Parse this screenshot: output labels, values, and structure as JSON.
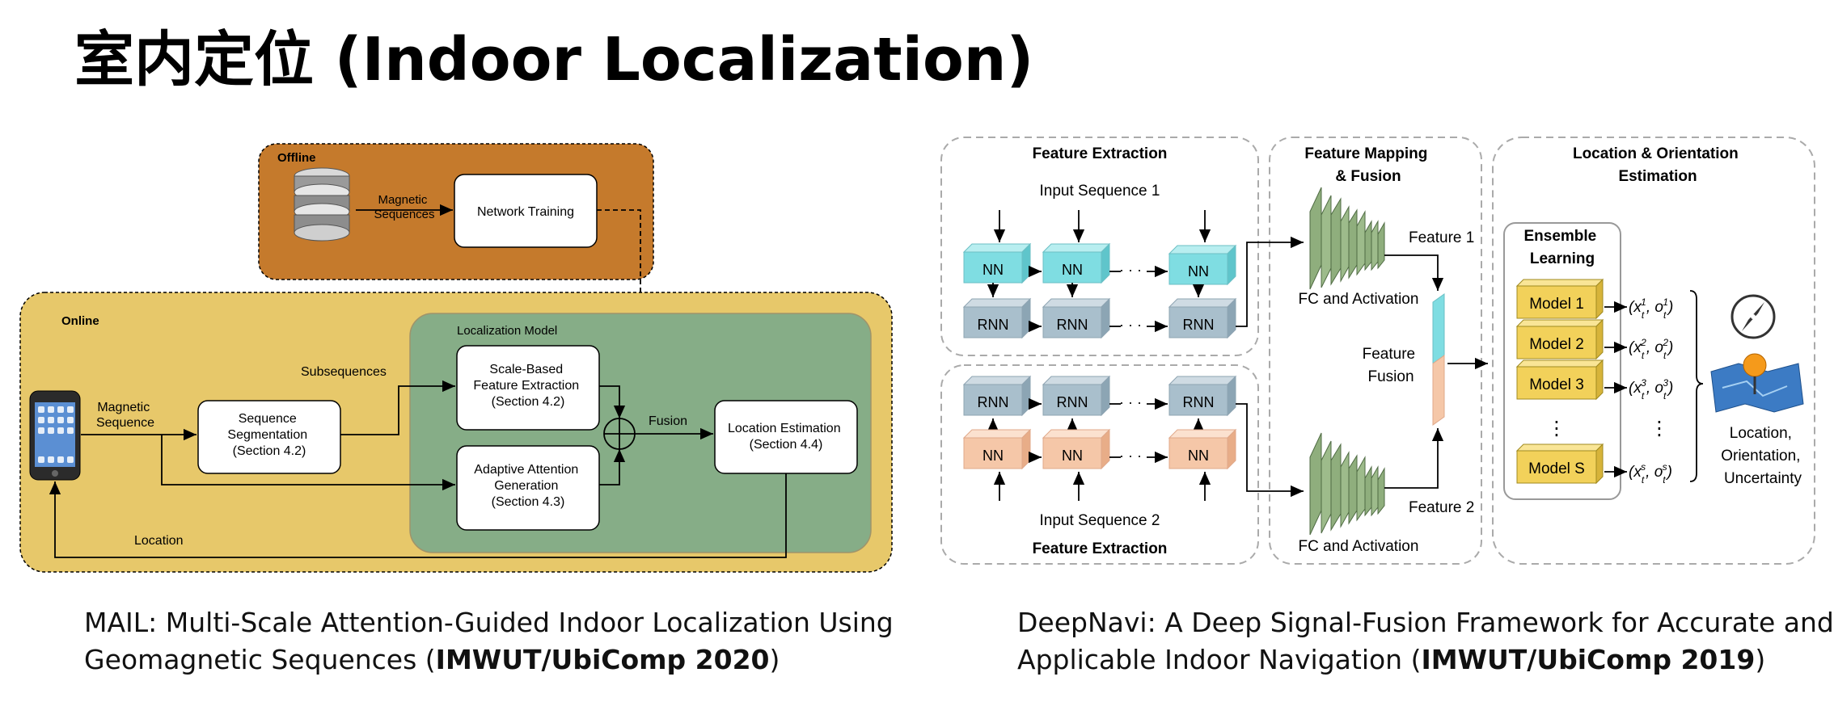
{
  "page": {
    "title": "室内定位 (Indoor Localization)"
  },
  "left_diagram": {
    "offline_label": "Offline",
    "online_label": "Online",
    "magnetic_sequences": [
      "Magnetic",
      "Sequences"
    ],
    "network_training": "Network Training",
    "localization_model": "Localization Model",
    "subsequences": "Subsequences",
    "magnetic_sequence": [
      "Magnetic",
      "Sequence"
    ],
    "sequence_segmentation": [
      "Sequence",
      "Segmentation",
      "(Section 4.2)"
    ],
    "scale_based": [
      "Scale-Based",
      "Feature Extraction",
      "(Section 4.2)"
    ],
    "adaptive_attention": [
      "Adaptive Attention",
      "Generation",
      "(Section 4.3)"
    ],
    "fusion": "Fusion",
    "location_estimation": [
      "Location Estimation",
      "(Section 4.4)"
    ],
    "location": "Location",
    "colors": {
      "offline": "#c57a2c",
      "online": "#e7c86a",
      "model": "#86ad87"
    }
  },
  "right_diagram": {
    "feature_extraction_top": "Feature Extraction",
    "input_sequence_1": "Input Sequence 1",
    "input_sequence_2": "Input Sequence 2",
    "feature_extraction_bottom": "Feature Extraction",
    "nn": "NN",
    "rnn": "RNN",
    "ellipsis": "· · ·",
    "feature_mapping": [
      "Feature Mapping",
      "& Fusion"
    ],
    "fc_activation_top": "FC and Activation",
    "fc_activation_bottom": "FC and Activation",
    "feature_1": "Feature 1",
    "feature_2": "Feature 2",
    "feature_fusion": [
      "Feature",
      "Fusion"
    ],
    "location_orientation": [
      "Location & Orientation",
      "Estimation"
    ],
    "ensemble_learning": [
      "Ensemble",
      "Learning"
    ],
    "models": [
      "Model 1",
      "Model 2",
      "Model 3",
      "Model S"
    ],
    "vdots": "⋮",
    "output_labels": [
      "(x_t^1, o_t^1)",
      "(x_t^2, o_t^2)",
      "(x_t^3, o_t^3)",
      "(x_t^s, o_t^s)"
    ],
    "output_terms": [
      {
        "sup": "1"
      },
      {
        "sup": "2"
      },
      {
        "sup": "3"
      },
      {
        "sup": "s"
      }
    ],
    "result": [
      "Location,",
      "Orientation,",
      "Uncertainty"
    ],
    "colors": {
      "nn_top": "#7fdde2",
      "rnn": "#a9bfcc",
      "nn_bottom": "#f5c7a8",
      "model": "#f2d15a",
      "fc": "#8fae7d"
    }
  },
  "captions": {
    "left_line1": "MAIL: Multi-Scale Attention-Guided Indoor Localization Using",
    "left_line2_pre": "Geomagnetic Sequences (",
    "left_line2_bold": "IMWUT/UbiComp 2020",
    "left_line2_post": ")",
    "right_line1": "DeepNavi: A Deep Signal-Fusion Framework for Accurate and",
    "right_line2_pre": "Applicable Indoor Navigation (",
    "right_line2_bold": "IMWUT/UbiComp 2019",
    "right_line2_post": ")"
  }
}
